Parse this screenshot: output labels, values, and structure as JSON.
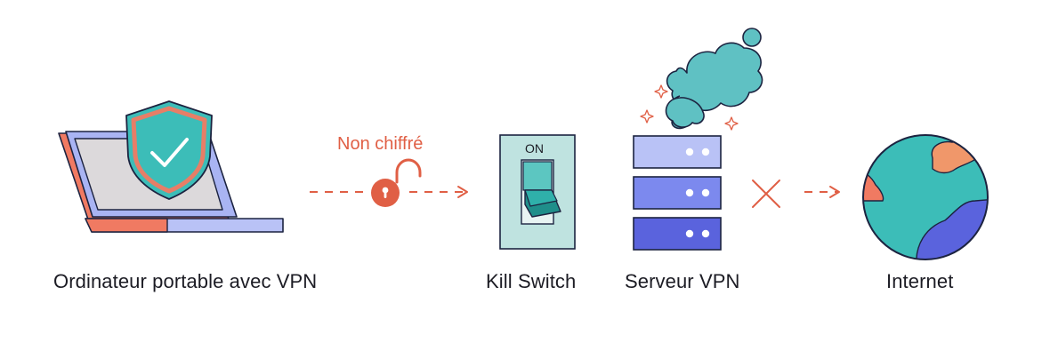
{
  "diagram": {
    "nodes": {
      "laptop": {
        "label": "Ordinateur portable avec VPN",
        "icons": [
          "laptop-icon",
          "shield-check-icon"
        ]
      },
      "kill_switch": {
        "label": "Kill Switch",
        "switch_state": "ON",
        "icons": [
          "toggle-switch-icon"
        ]
      },
      "vpn_server": {
        "label": "Serveur VPN",
        "icons": [
          "server-rack-icon",
          "smoke-cloud-icon"
        ]
      },
      "internet": {
        "label": "Internet",
        "icons": [
          "globe-icon"
        ]
      }
    },
    "edges": {
      "laptop_to_killswitch": {
        "label": "Non chiffré",
        "style": "dashed-arrow",
        "icon": "unlocked-padlock-icon"
      },
      "server_to_internet": {
        "style": "dashed-arrow",
        "status": "blocked",
        "icon": "cross-icon"
      }
    }
  },
  "colors": {
    "accent": "#e05f45",
    "teal": "#3cbdb8",
    "navy": "#1c2340",
    "server_light": "#b9c2f6",
    "server_mid": "#7c89ee",
    "server_dark": "#5a63dd",
    "switch_bg": "#bfe3e0",
    "globe_land": "#f0976a",
    "globe_ocean_dark": "#5a63dd"
  }
}
